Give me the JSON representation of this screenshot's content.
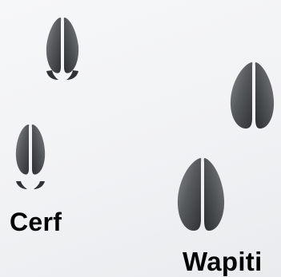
{
  "labels": {
    "deer": "Cerf",
    "elk": "Wapiti"
  },
  "tracks": [
    {
      "species": "deer",
      "hoof_icon": "deer-track-icon",
      "has_dewclaws": true
    },
    {
      "species": "deer",
      "hoof_icon": "deer-track-icon",
      "has_dewclaws": true
    },
    {
      "species": "elk",
      "hoof_icon": "elk-track-icon",
      "has_dewclaws": false
    },
    {
      "species": "elk",
      "hoof_icon": "elk-track-icon",
      "has_dewclaws": false
    }
  ],
  "colors": {
    "hoof_dark": "#2f3234",
    "hoof_mid": "#575b5e",
    "hoof_light": "#8a8e91",
    "background": "#f3f4f6",
    "label_text": "#000000"
  }
}
